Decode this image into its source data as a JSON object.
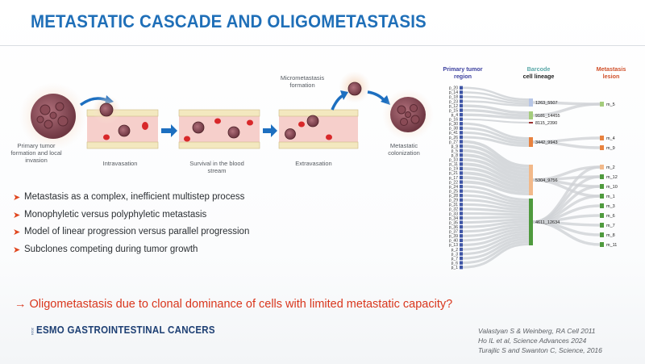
{
  "slide": {
    "title": "METASTATIC CASCADE AND OLIGOMETASTASIS",
    "colors": {
      "title": "#1f6fb8",
      "accent": "#d9361c",
      "bullet_arrow": "#e0471f",
      "logo": "#1d3f73"
    }
  },
  "cascade": {
    "labels": {
      "primary": "Primary tumor formation and local invasion",
      "intravasation": "Intravasation",
      "survival": "Survival in the blood stream",
      "extravasation": "Extravasation",
      "micromet": "Micrometastasis formation",
      "colonization": "Metastatic colonization"
    }
  },
  "bullets": [
    "Metastasis as a complex, inefficient multistep process",
    "Monophyletic versus polyphyletic metastasis",
    "Model of linear progression versus parallel progression",
    "Subclones competing during tumor growth"
  ],
  "sankey": {
    "headers": {
      "primary_1": "Primary tumor",
      "primary_2": "region",
      "barcode_1": "Barcode",
      "barcode_2": "cell lineage",
      "metastasis_1": "Metastasis",
      "metastasis_2": "lesion"
    },
    "regions": [
      "p_20",
      "p_14",
      "p_18",
      "p_23",
      "p_12",
      "p_15",
      "p_4",
      "p_16",
      "p_30",
      "p_38",
      "p_41",
      "p_26",
      "p_27",
      "p_9",
      "p_5",
      "p_8",
      "p_10",
      "p_11",
      "p_19",
      "p_21",
      "p_17",
      "p_22",
      "p_24",
      "p_25",
      "p_28",
      "p_29",
      "p_31",
      "p_32",
      "p_33",
      "p_34",
      "p_35",
      "p_36",
      "p_37",
      "p_39",
      "p_40",
      "p_13",
      "p_2",
      "p_3",
      "p_7",
      "p_6",
      "p_1"
    ],
    "lineages": [
      "1263_5507",
      "9181_14455",
      "8115_2390",
      "3442_9943",
      "5304_9756",
      "4611_12634"
    ],
    "lesions": [
      "m_5",
      "m_4",
      "m_9",
      "m_2",
      "m_12",
      "m_10",
      "m_1",
      "m_3",
      "m_6",
      "m_7",
      "m_8",
      "m_11"
    ]
  },
  "conclusion": {
    "arrow": "→",
    "text": "Oligometastasis due to clonal dominance of cells with limited metastatic capacity?"
  },
  "footer": {
    "logo_year": "2024",
    "logo_text": "ESMO GASTROINTESTINAL CANCERS",
    "references": [
      "Valastyan S & Weinberg, RA Cell 2011",
      "Ho IL et al, Science Advances 2024",
      "Turajlic S and Swanton C, Science, 2016"
    ]
  }
}
